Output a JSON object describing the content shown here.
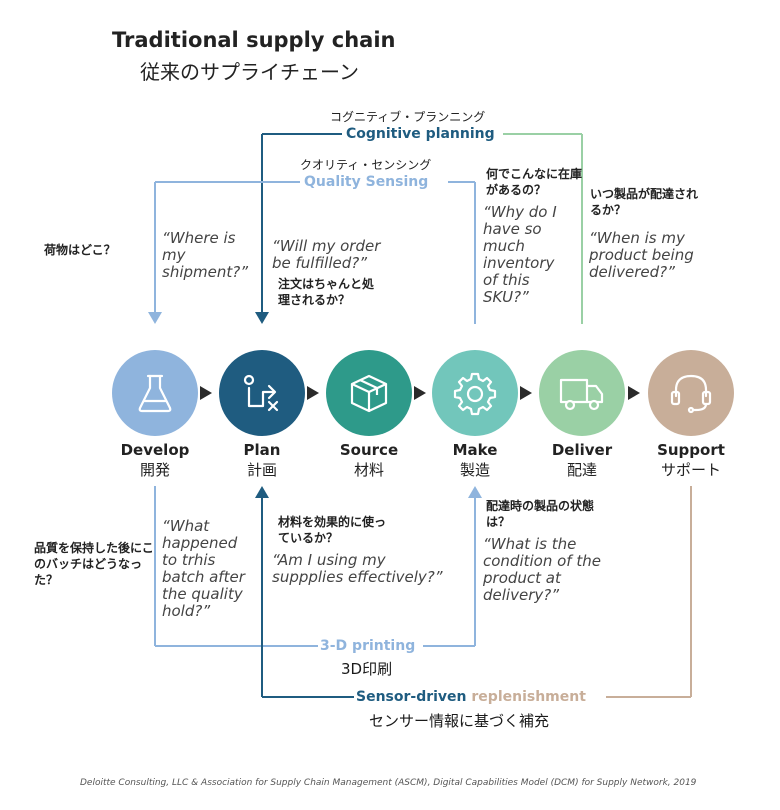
{
  "title": {
    "en": "Traditional supply chain",
    "jp": "従来のサプライチェーン"
  },
  "flows": {
    "cognitive": {
      "jp": "コグニティブ・プランニング",
      "en": "Cognitive planning"
    },
    "quality": {
      "jp": "クオリティ・センシング",
      "en": "Quality Sensing"
    },
    "printing": {
      "en": "3-D printing",
      "jp": "3D印刷"
    },
    "sensor": {
      "en_a": "Sensor-driven ",
      "en_b": "replenishment",
      "jp": "センサー情報に基づく補充"
    }
  },
  "stages": [
    {
      "en": "Develop",
      "jp": "開発",
      "color": "#8fb4dd",
      "icon": "flask-icon"
    },
    {
      "en": "Plan",
      "jp": "計画",
      "color": "#1f5c80",
      "icon": "route-icon"
    },
    {
      "en": "Source",
      "jp": "材料",
      "color": "#2e9a8a",
      "icon": "box-icon"
    },
    {
      "en": "Make",
      "jp": "製造",
      "color": "#72c6bb",
      "icon": "gear-icon"
    },
    {
      "en": "Deliver",
      "jp": "配達",
      "color": "#9ad0a5",
      "icon": "truck-icon"
    },
    {
      "en": "Support",
      "jp": "サポート",
      "color": "#c8ae99",
      "icon": "headset-icon"
    }
  ],
  "questions": {
    "develop_top": {
      "jp": "荷物はどこ？",
      "en": "“Where is my shipment?”"
    },
    "plan_top": {
      "en": "“Will my order be fulfilled?”",
      "jp": "注文はちゃんと処理されるか？"
    },
    "make_top": {
      "jp": "何でこんなに在庫があるの？",
      "en": "“Why do I have so much inventory of this SKU?”"
    },
    "deliver_top": {
      "jp": "いつ製品が配達されるか？",
      "en": "“When is my product being delivered?”"
    },
    "develop_bottom": {
      "jp": "品質を保持した後にこのバッチはどうなった？",
      "en": "“What happened to trhis batch after the quality hold?”"
    },
    "plan_bottom": {
      "jp": "材料を効果的に使っているか？",
      "en": "“Am I using my suppplies effectively?”"
    },
    "make_bottom": {
      "jp": "配達時の製品の状態は？",
      "en": "“What is the condition of the product at delivery?”"
    }
  },
  "colors": {
    "cognitive_dark": "#1f5c80",
    "cognitive_light": "#9ad0a5",
    "quality": "#8fb4dd",
    "printing": "#8fb4dd",
    "sensor_dark": "#1f5c80",
    "sensor_light": "#c8ae99"
  },
  "footer": "Deloitte Consulting, LLC & Association for Supply Chain Management (ASCM), Digital Capabilities Model (DCM) for Supply Network, 2019"
}
